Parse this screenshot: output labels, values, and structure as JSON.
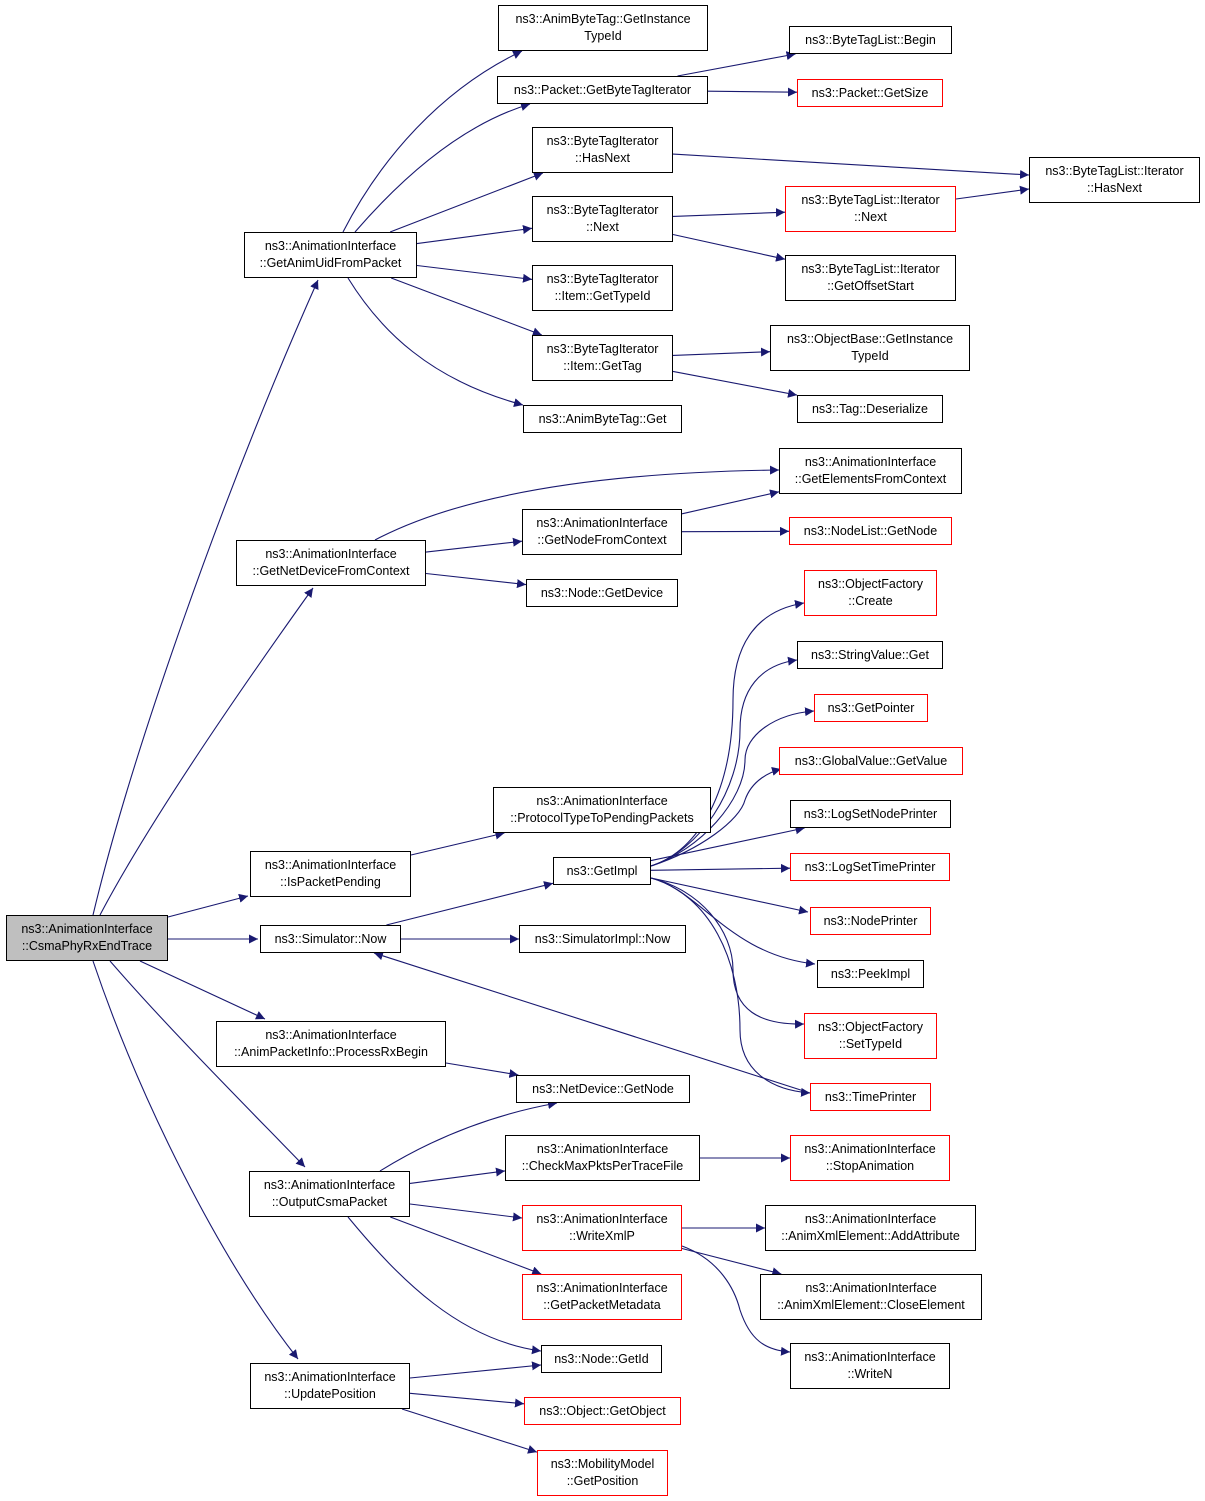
{
  "colors": {
    "edge": "#191970",
    "box_border": "#000000",
    "box_border_missing": "#ff0000",
    "root_fill": "#bfbfbf",
    "background": "#ffffff"
  },
  "nodes": {
    "root": {
      "lines": [
        "ns3::AnimationInterface",
        "::CsmaPhyRxEndTrace"
      ],
      "border": "black"
    },
    "getAnimUid": {
      "lines": [
        "ns3::AnimationInterface",
        "::GetAnimUidFromPacket"
      ],
      "border": "black"
    },
    "getNetDevice": {
      "lines": [
        "ns3::AnimationInterface",
        "::GetNetDeviceFromContext"
      ],
      "border": "black"
    },
    "isPacketPending": {
      "lines": [
        "ns3::AnimationInterface",
        "::IsPacketPending"
      ],
      "border": "black"
    },
    "simNow": {
      "lines": [
        "ns3::Simulator::Now"
      ],
      "border": "black"
    },
    "processRxBegin": {
      "lines": [
        "ns3::AnimationInterface",
        "::AnimPacketInfo::ProcessRxBegin"
      ],
      "border": "black"
    },
    "outputCsma": {
      "lines": [
        "ns3::AnimationInterface",
        "::OutputCsmaPacket"
      ],
      "border": "black"
    },
    "updatePosition": {
      "lines": [
        "ns3::AnimationInterface",
        "::UpdatePosition"
      ],
      "border": "black"
    },
    "animTagInstTid": {
      "lines": [
        "ns3::AnimByteTag::GetInstance",
        "TypeId"
      ],
      "border": "black"
    },
    "getByteTagIter": {
      "lines": [
        "ns3::Packet::GetByteTagIterator"
      ],
      "border": "black"
    },
    "btiHasNext": {
      "lines": [
        "ns3::ByteTagIterator",
        "::HasNext"
      ],
      "border": "black"
    },
    "btiNext": {
      "lines": [
        "ns3::ByteTagIterator",
        "::Next"
      ],
      "border": "black"
    },
    "btiItemTid": {
      "lines": [
        "ns3::ByteTagIterator",
        "::Item::GetTypeId"
      ],
      "border": "black"
    },
    "btiItemTag": {
      "lines": [
        "ns3::ByteTagIterator",
        "::Item::GetTag"
      ],
      "border": "black"
    },
    "animTagGet": {
      "lines": [
        "ns3::AnimByteTag::Get"
      ],
      "border": "black"
    },
    "btlBegin": {
      "lines": [
        "ns3::ByteTagList::Begin"
      ],
      "border": "black"
    },
    "packetGetSize": {
      "lines": [
        "ns3::Packet::GetSize"
      ],
      "border": "red"
    },
    "btlIterHasNext": {
      "lines": [
        "ns3::ByteTagList::Iterator",
        "::HasNext"
      ],
      "border": "black"
    },
    "btlIterNext": {
      "lines": [
        "ns3::ByteTagList::Iterator",
        "::Next"
      ],
      "border": "red"
    },
    "btlIterOffset": {
      "lines": [
        "ns3::ByteTagList::Iterator",
        "::GetOffsetStart"
      ],
      "border": "black"
    },
    "objBaseInstTid": {
      "lines": [
        "ns3::ObjectBase::GetInstance",
        "TypeId"
      ],
      "border": "black"
    },
    "tagDeserialize": {
      "lines": [
        "ns3::Tag::Deserialize"
      ],
      "border": "black"
    },
    "getElements": {
      "lines": [
        "ns3::AnimationInterface",
        "::GetElementsFromContext"
      ],
      "border": "black"
    },
    "getNodeFromCtx": {
      "lines": [
        "ns3::AnimationInterface",
        "::GetNodeFromContext"
      ],
      "border": "black"
    },
    "nodeListGetNode": {
      "lines": [
        "ns3::NodeList::GetNode"
      ],
      "border": "red"
    },
    "nodeGetDevice": {
      "lines": [
        "ns3::Node::GetDevice"
      ],
      "border": "black"
    },
    "protoToPending": {
      "lines": [
        "ns3::AnimationInterface",
        "::ProtocolTypeToPendingPackets"
      ],
      "border": "black"
    },
    "getImpl": {
      "lines": [
        "ns3::GetImpl"
      ],
      "border": "black"
    },
    "simImplNow": {
      "lines": [
        "ns3::SimulatorImpl::Now"
      ],
      "border": "black"
    },
    "objFactCreate": {
      "lines": [
        "ns3::ObjectFactory",
        "::Create"
      ],
      "border": "red"
    },
    "stringValueGet": {
      "lines": [
        "ns3::StringValue::Get"
      ],
      "border": "black"
    },
    "getPointer": {
      "lines": [
        "ns3::GetPointer"
      ],
      "border": "red"
    },
    "globalValueGet": {
      "lines": [
        "ns3::GlobalValue::GetValue"
      ],
      "border": "red"
    },
    "logSetNode": {
      "lines": [
        "ns3::LogSetNodePrinter"
      ],
      "border": "black"
    },
    "logSetTime": {
      "lines": [
        "ns3::LogSetTimePrinter"
      ],
      "border": "red"
    },
    "nodePrinter": {
      "lines": [
        "ns3::NodePrinter"
      ],
      "border": "red"
    },
    "peekImpl": {
      "lines": [
        "ns3::PeekImpl"
      ],
      "border": "black"
    },
    "objFactSetTid": {
      "lines": [
        "ns3::ObjectFactory",
        "::SetTypeId"
      ],
      "border": "red"
    },
    "timePrinter": {
      "lines": [
        "ns3::TimePrinter"
      ],
      "border": "red"
    },
    "netDevGetNode": {
      "lines": [
        "ns3::NetDevice::GetNode"
      ],
      "border": "black"
    },
    "checkMaxPkts": {
      "lines": [
        "ns3::AnimationInterface",
        "::CheckMaxPktsPerTraceFile"
      ],
      "border": "black"
    },
    "writeXmlP": {
      "lines": [
        "ns3::AnimationInterface",
        "::WriteXmlP"
      ],
      "border": "red"
    },
    "getPktMeta": {
      "lines": [
        "ns3::AnimationInterface",
        "::GetPacketMetadata"
      ],
      "border": "red"
    },
    "nodeGetId": {
      "lines": [
        "ns3::Node::GetId"
      ],
      "border": "black"
    },
    "stopAnimation": {
      "lines": [
        "ns3::AnimationInterface",
        "::StopAnimation"
      ],
      "border": "red"
    },
    "addAttribute": {
      "lines": [
        "ns3::AnimationInterface",
        "::AnimXmlElement::AddAttribute"
      ],
      "border": "black"
    },
    "closeElement": {
      "lines": [
        "ns3::AnimationInterface",
        "::AnimXmlElement::CloseElement"
      ],
      "border": "black"
    },
    "writeN": {
      "lines": [
        "ns3::AnimationInterface",
        "::WriteN"
      ],
      "border": "black"
    },
    "objGetObject": {
      "lines": [
        "ns3::Object::GetObject"
      ],
      "border": "red"
    },
    "mobGetPosition": {
      "lines": [
        "ns3::MobilityModel",
        "::GetPosition"
      ],
      "border": "red"
    }
  },
  "edges": [
    [
      "root",
      "getAnimUid"
    ],
    [
      "root",
      "getNetDevice"
    ],
    [
      "root",
      "isPacketPending"
    ],
    [
      "root",
      "simNow"
    ],
    [
      "root",
      "processRxBegin"
    ],
    [
      "root",
      "outputCsma"
    ],
    [
      "root",
      "updatePosition"
    ],
    [
      "getAnimUid",
      "animTagInstTid"
    ],
    [
      "getAnimUid",
      "getByteTagIter"
    ],
    [
      "getAnimUid",
      "btiHasNext"
    ],
    [
      "getAnimUid",
      "btiNext"
    ],
    [
      "getAnimUid",
      "btiItemTid"
    ],
    [
      "getAnimUid",
      "btiItemTag"
    ],
    [
      "getAnimUid",
      "animTagGet"
    ],
    [
      "getByteTagIter",
      "btlBegin"
    ],
    [
      "getByteTagIter",
      "packetGetSize"
    ],
    [
      "btiHasNext",
      "btlIterHasNext"
    ],
    [
      "btiNext",
      "btlIterNext"
    ],
    [
      "btiNext",
      "btlIterOffset"
    ],
    [
      "btlIterNext",
      "btlIterHasNext"
    ],
    [
      "btiItemTag",
      "objBaseInstTid"
    ],
    [
      "btiItemTag",
      "tagDeserialize"
    ],
    [
      "getNetDevice",
      "getElements"
    ],
    [
      "getNetDevice",
      "getNodeFromCtx"
    ],
    [
      "getNetDevice",
      "nodeGetDevice"
    ],
    [
      "getNodeFromCtx",
      "getElements"
    ],
    [
      "getNodeFromCtx",
      "nodeListGetNode"
    ],
    [
      "isPacketPending",
      "protoToPending"
    ],
    [
      "simNow",
      "getImpl"
    ],
    [
      "simNow",
      "simImplNow"
    ],
    [
      "getImpl",
      "objFactCreate"
    ],
    [
      "getImpl",
      "stringValueGet"
    ],
    [
      "getImpl",
      "getPointer"
    ],
    [
      "getImpl",
      "globalValueGet"
    ],
    [
      "getImpl",
      "logSetNode"
    ],
    [
      "getImpl",
      "logSetTime"
    ],
    [
      "getImpl",
      "nodePrinter"
    ],
    [
      "getImpl",
      "peekImpl"
    ],
    [
      "getImpl",
      "objFactSetTid"
    ],
    [
      "getImpl",
      "timePrinter"
    ],
    [
      "timePrinter",
      "simNow"
    ],
    [
      "processRxBegin",
      "netDevGetNode"
    ],
    [
      "outputCsma",
      "netDevGetNode"
    ],
    [
      "outputCsma",
      "checkMaxPkts"
    ],
    [
      "outputCsma",
      "writeXmlP"
    ],
    [
      "outputCsma",
      "getPktMeta"
    ],
    [
      "outputCsma",
      "nodeGetId"
    ],
    [
      "checkMaxPkts",
      "stopAnimation"
    ],
    [
      "writeXmlP",
      "addAttribute"
    ],
    [
      "writeXmlP",
      "closeElement"
    ],
    [
      "writeXmlP",
      "writeN"
    ],
    [
      "updatePosition",
      "nodeGetId"
    ],
    [
      "updatePosition",
      "objGetObject"
    ],
    [
      "updatePosition",
      "mobGetPosition"
    ]
  ]
}
